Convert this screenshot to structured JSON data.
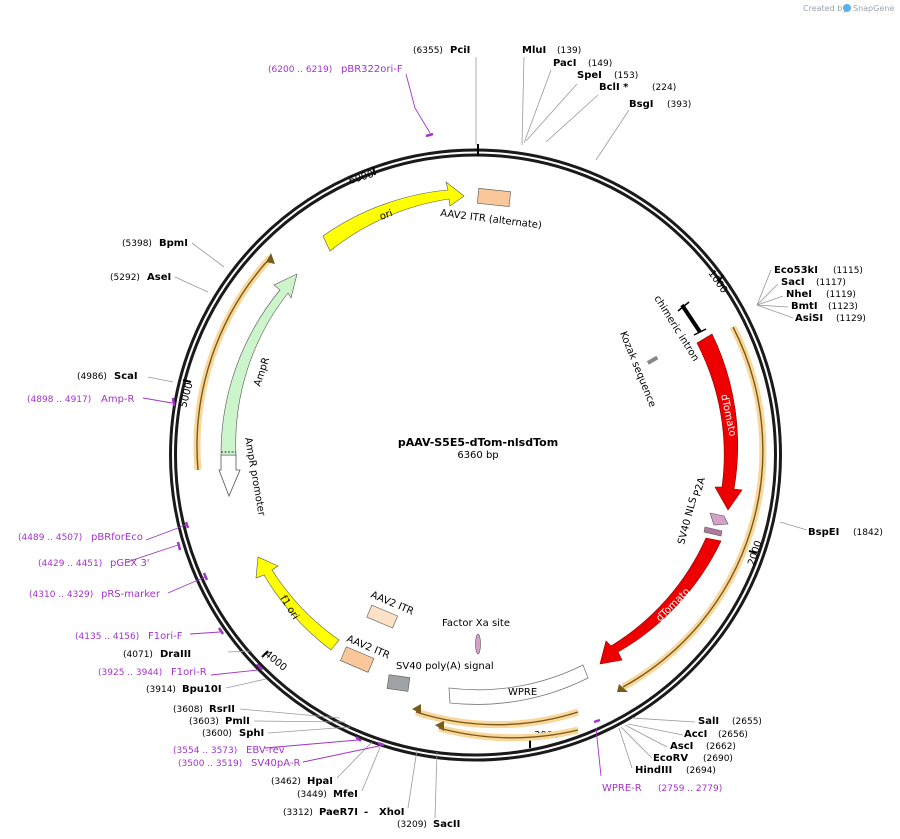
{
  "credit": {
    "prefix": "Created by",
    "brand": "SnapGene"
  },
  "plasmid": {
    "name": "pAAV-S5E5-dTom-nlsdTom",
    "size": "6360 bp"
  },
  "ticks": [
    "1000",
    "2000",
    "3000",
    "4000",
    "5000",
    "6000"
  ],
  "sites_right": [
    {
      "name": "PciI",
      "pos": "(6355)"
    },
    {
      "name": "MluI",
      "pos": "(139)"
    },
    {
      "name": "PacI",
      "pos": "(149)"
    },
    {
      "name": "SpeI",
      "pos": "(153)"
    },
    {
      "name": "BclI *",
      "pos": "(224)"
    },
    {
      "name": "BsgI",
      "pos": "(393)"
    },
    {
      "name": "Eco53kI",
      "pos": "(1115)"
    },
    {
      "name": "SacI",
      "pos": "(1117)"
    },
    {
      "name": "NheI",
      "pos": "(1119)"
    },
    {
      "name": "BmtI",
      "pos": "(1123)"
    },
    {
      "name": "AsiSI",
      "pos": "(1129)"
    },
    {
      "name": "BspEI",
      "pos": "(1842)"
    },
    {
      "name": "SalI",
      "pos": "(2655)"
    },
    {
      "name": "AccI",
      "pos": "(2656)"
    },
    {
      "name": "AscI",
      "pos": "(2662)"
    },
    {
      "name": "EcoRV",
      "pos": "(2690)"
    },
    {
      "name": "HindIII",
      "pos": "(2694)"
    }
  ],
  "sites_left": [
    {
      "name": "BpmI",
      "pos": "(5398)"
    },
    {
      "name": "AseI",
      "pos": "(5292)"
    },
    {
      "name": "ScaI",
      "pos": "(4986)"
    },
    {
      "name": "DraIII",
      "pos": "(4071)"
    },
    {
      "name": "Bpu10I",
      "pos": "(3914)"
    },
    {
      "name": "RsrII",
      "pos": "(3608)"
    },
    {
      "name": "PmlI",
      "pos": "(3603)"
    },
    {
      "name": "SphI",
      "pos": "(3600)"
    },
    {
      "name": "HpaI",
      "pos": "(3462)"
    },
    {
      "name": "MfeI",
      "pos": "(3449)"
    },
    {
      "name": "PaeR7I",
      "pos": "(3312)"
    },
    {
      "name": "XhoI",
      "pos": ""
    },
    {
      "name": "SacII",
      "pos": "(3209)"
    }
  ],
  "primers": [
    {
      "name": "pBR322ori-F",
      "range": "(6200 .. 6219)"
    },
    {
      "name": "Amp-R",
      "range": "(4898 .. 4917)"
    },
    {
      "name": "pBRforEco",
      "range": "(4489 .. 4507)"
    },
    {
      "name": "pGEX 3'",
      "range": "(4429 .. 4451)"
    },
    {
      "name": "pRS-marker",
      "range": "(4310 .. 4329)"
    },
    {
      "name": "F1ori-F",
      "range": "(4135 .. 4156)"
    },
    {
      "name": "F1ori-R",
      "range": "(3925 .. 3944)"
    },
    {
      "name": "EBV-rev",
      "range": "(3554 .. 3573)"
    },
    {
      "name": "SV40pA-R",
      "range": "(3500 .. 3519)"
    },
    {
      "name": "WPRE-R",
      "range": "(2759 .. 2779)"
    }
  ],
  "features": {
    "aav2_itr_alt": "AAV2 ITR (alternate)",
    "chimeric_intron": "chimeric intron",
    "kozak": "Kozak sequence",
    "dtomato_1": "dTomato",
    "sv40_nls": "SV40 NLS",
    "p2a": "P2A",
    "dtomato_2": "dTomato",
    "factor_xa": "Factor Xa site",
    "wpre": "WPRE",
    "sv40_polya": "SV40 poly(A) signal",
    "aav2_itr_1": "AAV2 ITR",
    "aav2_itr_2": "AAV2 ITR",
    "f1_ori": "f1 ori",
    "ampr_promoter": "AmpR promoter",
    "ampr": "AmpR",
    "ori": "ori"
  },
  "colors": {
    "ring": "#1a1a1a",
    "dtomato": "#ee0000",
    "ori": "#ffff00",
    "ampr": "#ccf5cc",
    "itr": "#f9c79a",
    "primer": "#a234c6",
    "orf": "#f4a52a"
  }
}
